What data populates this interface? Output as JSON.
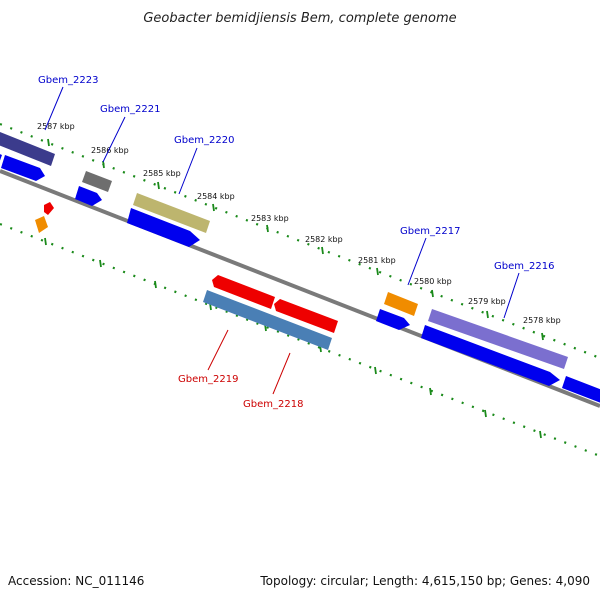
{
  "title": "Geobacter bemidjiensis Bem, complete genome",
  "footer": {
    "accession": "Accession: NC_011146",
    "summary": "Topology: circular; Length: 4,615,150 bp; Genes: 4,090"
  },
  "scale_labels": [
    "2587 kbp",
    "2586 kbp",
    "2585 kbp",
    "2584 kbp",
    "2583 kbp",
    "2582 kbp",
    "2581 kbp",
    "2580 kbp",
    "2579 kbp",
    "2578 kbp"
  ],
  "genes": [
    {
      "name": "Gbem_2223",
      "strand": "top"
    },
    {
      "name": "Gbem_2221",
      "strand": "top"
    },
    {
      "name": "Gbem_2220",
      "strand": "top"
    },
    {
      "name": "Gbem_2219",
      "strand": "bottom"
    },
    {
      "name": "Gbem_2218",
      "strand": "bottom"
    },
    {
      "name": "Gbem_2217",
      "strand": "top"
    },
    {
      "name": "Gbem_2216",
      "strand": "top"
    }
  ],
  "colors": {
    "top_label": "#0000cc",
    "bottom_label": "#cc0000",
    "scale_ticks": "#1a8a1a",
    "backbone": "#7a7a7a",
    "cds_forward": "#0000ee",
    "cds_reverse": "#ee0000",
    "orange": "#f08c00",
    "navy": "#3b3b8c",
    "gray": "#6e6e6e",
    "olive": "#bdb56e",
    "steel": "#4a7fb5",
    "purple": "#7b6fcf"
  }
}
